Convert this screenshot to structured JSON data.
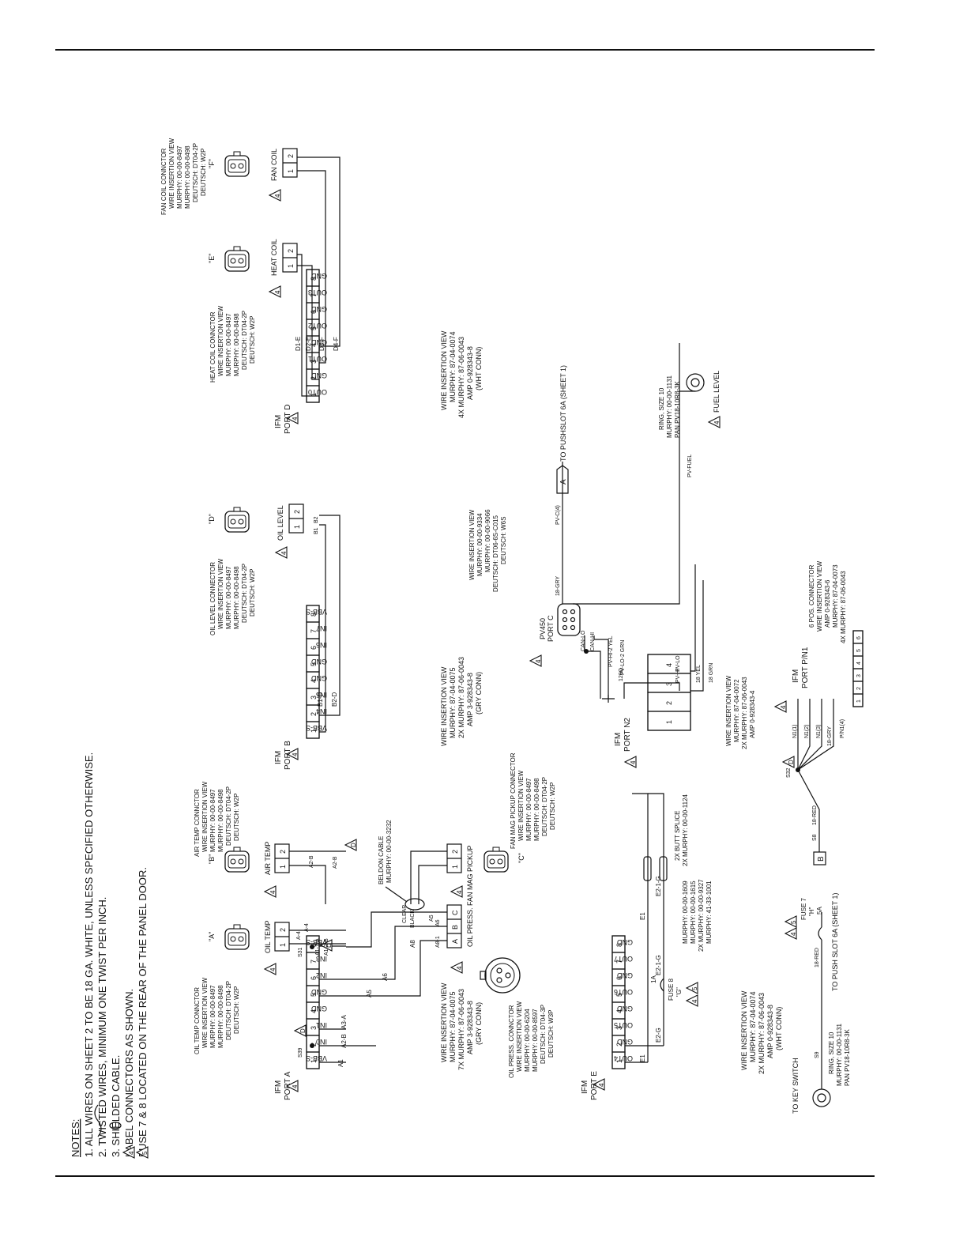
{
  "notes": {
    "heading": "NOTES:",
    "items": [
      "1. ALL WIRES ON SHEET 2 TO BE 18 GA. WHITE, UNLESS SPECIFIED OTHERWISE.",
      "2.        TWISTED WIRES, MINIMUM ONE TWIST PER INCH.",
      "3.        SHIELDED CABLE.",
      "     LABEL CONNECTORS AS SHOWN.",
      "     FUSE 7 & 8 LOCATED ON THE REAR OF THE PANEL DOOR."
    ]
  },
  "ports": {
    "a": {
      "title": "IFM",
      "subtitle": "PORT A",
      "pins": [
        "1",
        "2",
        "3",
        "4",
        "5",
        "6",
        "7",
        "8"
      ],
      "labels": [
        "VBB-S",
        "IN0",
        "IN1",
        "GND",
        "GND",
        "IN2",
        "IN3",
        "VBB-S"
      ],
      "spec": [
        "WIRE INSERTION VIEW",
        "MURPHY: 87-04-0075",
        "7X MURPHY: 87-06-0043",
        "AMP 3-928343-8",
        "(GRY CONN)"
      ]
    },
    "b": {
      "title": "IFM",
      "subtitle": "PORT B",
      "pins": [
        "1",
        "2",
        "3",
        "4",
        "5",
        "6",
        "7",
        "8"
      ],
      "labels": [
        "VBB-S",
        "IN4",
        "IN5",
        "GND",
        "GND",
        "IN6",
        "IN7",
        "VBB-S"
      ],
      "spec": [
        "WIRE INSERTION VIEW",
        "MURPHY: 87-04-0075",
        "2X MURPHY: 87-06-0043",
        "AMP 3-928343-8",
        "(GRY CONN)"
      ]
    },
    "d": {
      "title": "IFM",
      "subtitle": "PORT D",
      "pins": [
        "1",
        "2",
        "3",
        "4",
        "5",
        "6",
        "7",
        "8"
      ],
      "labels": [
        "OUT0",
        "GND",
        "OUT1",
        "GND",
        "OUT2",
        "GND",
        "OUT3",
        "GND"
      ],
      "spec": [
        "WIRE INSERTION VIEW",
        "MURPHY: 87-04-0074",
        "4X MURPHY: 87-06-0043",
        "AMP 0-928343-8",
        "(WHT CONN)"
      ]
    },
    "e": {
      "title": "IFM",
      "subtitle": "PORT E",
      "pins": [
        "1",
        "2",
        "3",
        "4",
        "5",
        "6",
        "7",
        "8"
      ],
      "labels": [
        "OUT4",
        "GND",
        "OUT5",
        "GND",
        "OUT6",
        "GND",
        "OUT7",
        "GND"
      ],
      "spec": [
        "WIRE INSERTION VIEW",
        "MURPHY: 87-04-0074",
        "2X MURPHY: 87-06-0043",
        "AMP 0-928343-8",
        "(WHT CONN)"
      ]
    },
    "n2": {
      "title": "IFM",
      "subtitle": "PORT N2",
      "pins": [
        "1",
        "2",
        "3",
        "4"
      ],
      "spec": [
        "WIRE INSERTION VIEW",
        "MURPHY: 87-04-0072",
        "2X MURPHY: 87-06-0043",
        "AMP 0-928343-4"
      ]
    },
    "pn1": {
      "title": "IFM",
      "subtitle": "PORT P/N1",
      "pins": [
        "1",
        "2",
        "3",
        "4",
        "5",
        "6"
      ],
      "spec": [
        "6 POS. CONNECTOR",
        "WIRE INSERTION VIEW",
        "AMP 0-928343-6",
        "MURPHY: 87-04-0073",
        "4X MURPHY: 87-06-0043"
      ]
    },
    "pv450": {
      "title": "PV450",
      "subtitle": "PORT C",
      "spec": [
        "WIRE INSERTION VIEW",
        "MURPHY: 00-00-9334",
        "MURPHY: 00-00-9066",
        "DEUTSCH: DT06-6S-C015",
        "DEUTSCH: W6S"
      ]
    }
  },
  "connectors": {
    "oil_temp": {
      "name": "OIL TEMP",
      "letter": "\"A\"",
      "spec": [
        "OIL TEMP CONNCTOR",
        "WIRE INSERTION VIEW",
        "MURPHY: 00-00-8497",
        "MURPHY: 00-00-8498",
        "DEUTSCH: DT04-2P",
        "DEUTSCH: W2P"
      ]
    },
    "air_temp": {
      "name": "AIR TEMP",
      "letter": "\"B\"",
      "spec": [
        "AIR TEMP CONNCTOR",
        "WIRE INSERTION VIEW",
        "MURPHY: 00-00-8497",
        "MURPHY: 00-00-8498",
        "DEUTSCH: DT04-2P",
        "DEUTSCH: W2P"
      ]
    },
    "fan_mag": {
      "name": "FAN MAG PICKUP",
      "letter": "\"C\"",
      "spec": [
        "FAN MAG PICKUP CONNECTOR",
        "WIRE INSERTION VIEW",
        "MURPHY: 00-00-8497",
        "MURPHY: 00-00-8498",
        "DEUTSCH: DT04-2P",
        "DEUTSCH: W2P"
      ]
    },
    "oil_press": {
      "name": "OIL PRESS.",
      "spec": [
        "OIL PRESS. CONNCTOR",
        "WIRE INSERTION VIEW",
        "MURPHY: 00-00-6204",
        "MURPHY: 00-00-8597",
        "DEUTSCH: DT04-3P",
        "DEUTSCH: W3P"
      ]
    },
    "oil_level": {
      "name": "OIL LEVEL",
      "letter": "\"D\"",
      "spec": [
        "OIL LEVEL CONNECTOR",
        "WIRE INSERTION VIEW",
        "MURPHY: 00-00-8497",
        "MURPHY: 00-00-8498",
        "DEUTSCH: DT04-2P",
        "DEUTSCH: W2P"
      ]
    },
    "heat_coil": {
      "name": "HEAT COIL",
      "letter": "\"E\"",
      "spec": [
        "HEAT COIL CONNCTOR",
        "WIRE INSERTION VIEW",
        "MURPHY: 00-00-8497",
        "MURPHY: 00-00-8498",
        "DEUTSCH: DT04-2P",
        "DEUTSCH: W2P"
      ]
    },
    "fan_coil": {
      "name": "FAN COIL",
      "letter": "\"F\"",
      "spec": [
        "FAN COIL CONNCTOR",
        "WIRE INSERTION VIEW",
        "MURPHY: 00-00-8497",
        "MURPHY: 00-00-8498",
        "DEUTSCH: DT04-2P",
        "DEUTSCH: W2P"
      ]
    }
  },
  "wires": {
    "a1": "A1",
    "a2b": "A2-B",
    "a3a": "A3-A",
    "a5": "A5",
    "a6": "A6",
    "a8": "A8",
    "a11a": "A1-1-A",
    "a12b": "A1-2-B",
    "a4b": "A-4",
    "a4a": "A-4",
    "a81": "A8-1",
    "a5r": "A5",
    "a6r": "A6",
    "a8r": "A8-1",
    "b1d": "B1-D",
    "b2d": "B2-D",
    "b1": "B1",
    "b2": "B2",
    "d1e": "D1-E",
    "d2e": "D2-E",
    "d3f": "D3-F",
    "d4f": "D4-F",
    "e1": "E1",
    "e2g": "E2-G",
    "e21g": "E2-1-G",
    "s39": "S39",
    "s31": "S31",
    "s32": "S32",
    "s9": "S9",
    "s8": "S8",
    "clear": "CLEAR",
    "black": "BLACK",
    "yel18": "18 YEL",
    "grn18": "18 GRN",
    "pvhi": "PV-HI-2 YEL",
    "pvlo": "PV-LO-2 GRN",
    "pvhir": "PV-HI",
    "pvlor": "PV-LO",
    "canlo": "CAN-LO",
    "canhi": "CAN-HI",
    "gry18": "18-GRY",
    "pvc4": "PV-C(4)",
    "pvfuel": "PV-FUEL",
    "r120": "120Ω",
    "red18": "18-RED",
    "pn4": "P/N1(4)",
    "n1a": "N1(1)",
    "n1b": "N1(2)",
    "n1c": "N1(3)"
  },
  "parts": {
    "fuse8": [
      "FUSE 8",
      "\"G\""
    ],
    "fuse8_rating": "1A",
    "fuse7": [
      "FUSE 7",
      "\"H\"",
      "5A"
    ],
    "butt_splice": [
      "2X BUTT SPLICE",
      "2X MURPHY: 00-00-1124"
    ],
    "belden": [
      "BELDON CABLE",
      "MURPHY: 00-00-3232"
    ],
    "fuse_parts": [
      "MURPHY: 00-00-1609",
      "MURPHY: 00-00-1615",
      "2X MURPHY: 00-00-9327",
      "MURPHY: 41-33-1001"
    ],
    "ring_key": [
      "RING, SIZE 10",
      "MURPHY: 00-00-1131",
      "PAN PV18-10R8-3K"
    ],
    "ring_fuel": [
      "RING, SIZE 10",
      "MURPHY: 00-00-1131",
      "PAN PV18-10R8-3K"
    ],
    "to_key": "TO KEY SWITCH",
    "fuel_level": "FUEL LEVEL",
    "to_pushslot_a": "TO PUSHSLOT 6A (SHEET 1)",
    "to_pushslot_b": "TO PUSH SLOT 6A (SHEET 1)",
    "flag_a": "A",
    "flag_b": "B",
    "tri4": "4",
    "tri5": "5",
    "triD": "D"
  }
}
